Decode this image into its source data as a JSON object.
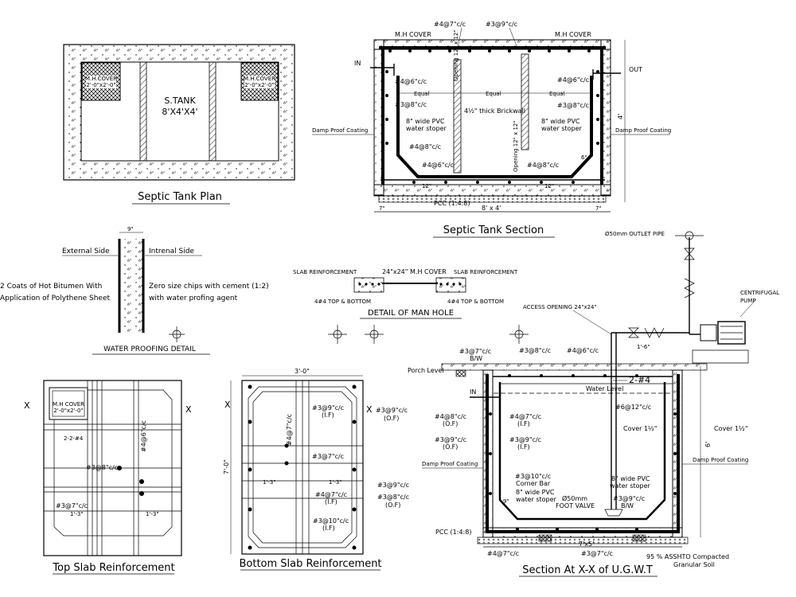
{
  "plan": {
    "title": "Septic Tank Plan",
    "tank_label": "S.TANK",
    "tank_size": "8'X4'X4'",
    "mh_cover_label": "M.H.COVER",
    "mh_cover_size": "2'-0\"x2'-0\""
  },
  "section": {
    "title": "Septic Tank Section",
    "top_rebar_1": "#4@7\"c/c",
    "top_rebar_2": "#3@9\"c/c",
    "mh_cover_left": "M.H COVER",
    "mh_cover_right": "M.H COVER",
    "in_label": "IN",
    "out_label": "OUT",
    "opening_top": "Opening 12\" x 12\"",
    "opening_bottom": "Opening 12\" x 12\"",
    "left_rebar_1": "#4@6\"c/c",
    "left_rebar_2": "#3@8\"c/c",
    "right_rebar_1": "#4@6\"c/c",
    "right_rebar_2": "#3@8\"c/c",
    "equal_1": "Equal",
    "equal_2": "Equal",
    "equal_3": "Equal",
    "brickwall": "4½\" thick Brickwall",
    "pvc_left_1": "8\" wide PVC",
    "pvc_left_2": "water stoper",
    "pvc_right_1": "8\" wide PVC",
    "pvc_right_2": "water stoper",
    "damp_left": "Damp Proof Coating",
    "damp_right": "Damp Proof Coating",
    "bottom_rebar_1": "#4@8\"c/c",
    "bottom_rebar_2": "#4@6\"c/c",
    "bottom_rebar_3": "#4@8\"c/c",
    "dim_6": "6\"",
    "dim_12a": "12\"",
    "dim_12b": "12\"",
    "dim_4": "4'",
    "pcc": "PCC (1:4:8)",
    "dim_7a": "7\"",
    "dim_7b": "7\"",
    "dim_width": "8' x 4'"
  },
  "waterproof": {
    "title": "WATER PROOFING DETAIL",
    "dim_9": "9\"",
    "external": "External Side",
    "internal": "Intrenal Side",
    "left_note_1": "2 Coats of Hot Bitumen With",
    "left_note_2": "Application of Polythene Sheet",
    "right_note_1": "Zero size chips with cement (1:2)",
    "right_note_2": "with water profing agent"
  },
  "manhole": {
    "title": "DETAIL OF MAN HOLE",
    "slab_left": "SLAB REINFORCEMENT",
    "slab_right": "SLAB REINFORCEMENT",
    "cover": "24\"x24\" M.H COVER",
    "tb_left": "4#4 TOP & BOTTOM",
    "tb_right": "4#4 TOP & BOTTOM"
  },
  "top_slab": {
    "title": "Top Slab Reinforcement",
    "x_left": "X",
    "x_right": "X",
    "mh_1": "M.H COVER",
    "mh_2": "2'-0\"x2'-0\"",
    "bars": "2-2-#4",
    "r1": "#4@6\"c/c",
    "r2": "#3@8\"c/c",
    "r3": "#3@7\"c/c",
    "d1": "1'-3\"",
    "d2": "1'-3\""
  },
  "bottom_slab": {
    "title": "Bottom Slab Reinforcement",
    "x_left": "X",
    "x_right": "X",
    "dim_w": "3'-0\"",
    "dim_h": "7'-0\"",
    "r1": "#4@7\"c/c",
    "r2": "#3@9\"c/c",
    "r2b": "(I.F)",
    "r3": "#3@9\"c/c",
    "r3b": "(O.F)",
    "r4": "#3@7\"c/c",
    "d1": "1'-3\"",
    "d2": "1'-3\"",
    "r5": "#3@9\"c/c",
    "r6": "#4@7\"c/c",
    "r6b": "(I.F)",
    "r7": "#3@8\"c/c",
    "r7b": "(O.F)",
    "r8": "#3@10\"c/c",
    "r8b": "(I.F)"
  },
  "ugwt": {
    "title": "Section At X-X of U.G.W.T",
    "outlet_pipe": "Ø50mm OUTLET PIPE",
    "pump_1": "CENTRIFUGAL",
    "pump_2": "PUMP",
    "access": "ACCESS OPENING 24\"x24\"",
    "r_top1": "#3@7\"c/c",
    "r_top1b": "B/W",
    "r_top2": "#3@8\"c/c",
    "r_top3": "#4@6\"c/c",
    "dim_16": "1'-6\"",
    "porch": "Porch Level",
    "bars": "2-#4",
    "water_level": "Water Level",
    "in_label": "IN",
    "r_right": "#6@12\"c/c",
    "cover_1": "Cover 1½\"",
    "cover_2": "Cover 1½\"",
    "dim_6": "6'",
    "l1": "#4@8\"c/c",
    "l1b": "(O.F)",
    "l2": "#4@7\"c/c",
    "l2b": "(I.F)",
    "l3": "#3@9\"c/c",
    "l3b": "(O.F)",
    "l4": "#3@9\"c/c",
    "l4b": "(I.F)",
    "damp_left": "Damp Proof Coating",
    "damp_right": "Damp Proof Coating",
    "corner_1": "#3@10\"c/c",
    "corner_2": "Corner Bar",
    "pvc_l1": "8\" wide PVC",
    "pvc_l2": "water stoper",
    "pvc_r1": "8\" wide PVC",
    "pvc_r2": "water stoper",
    "foot_1": "Ø50mm",
    "foot_2": "FOOT VALVE",
    "r_bot": "#3@9\"c/c",
    "r_botb": "B/W",
    "dim_9": "9\"",
    "pcc": "PCC (1:4:8)",
    "dim_75": "7'x5'",
    "b1": "#4@7\"c/c",
    "b2": "#3@7\"c/c",
    "soil_1": "95 % ASSHTO Compacted",
    "soil_2": "Granular Soil"
  }
}
